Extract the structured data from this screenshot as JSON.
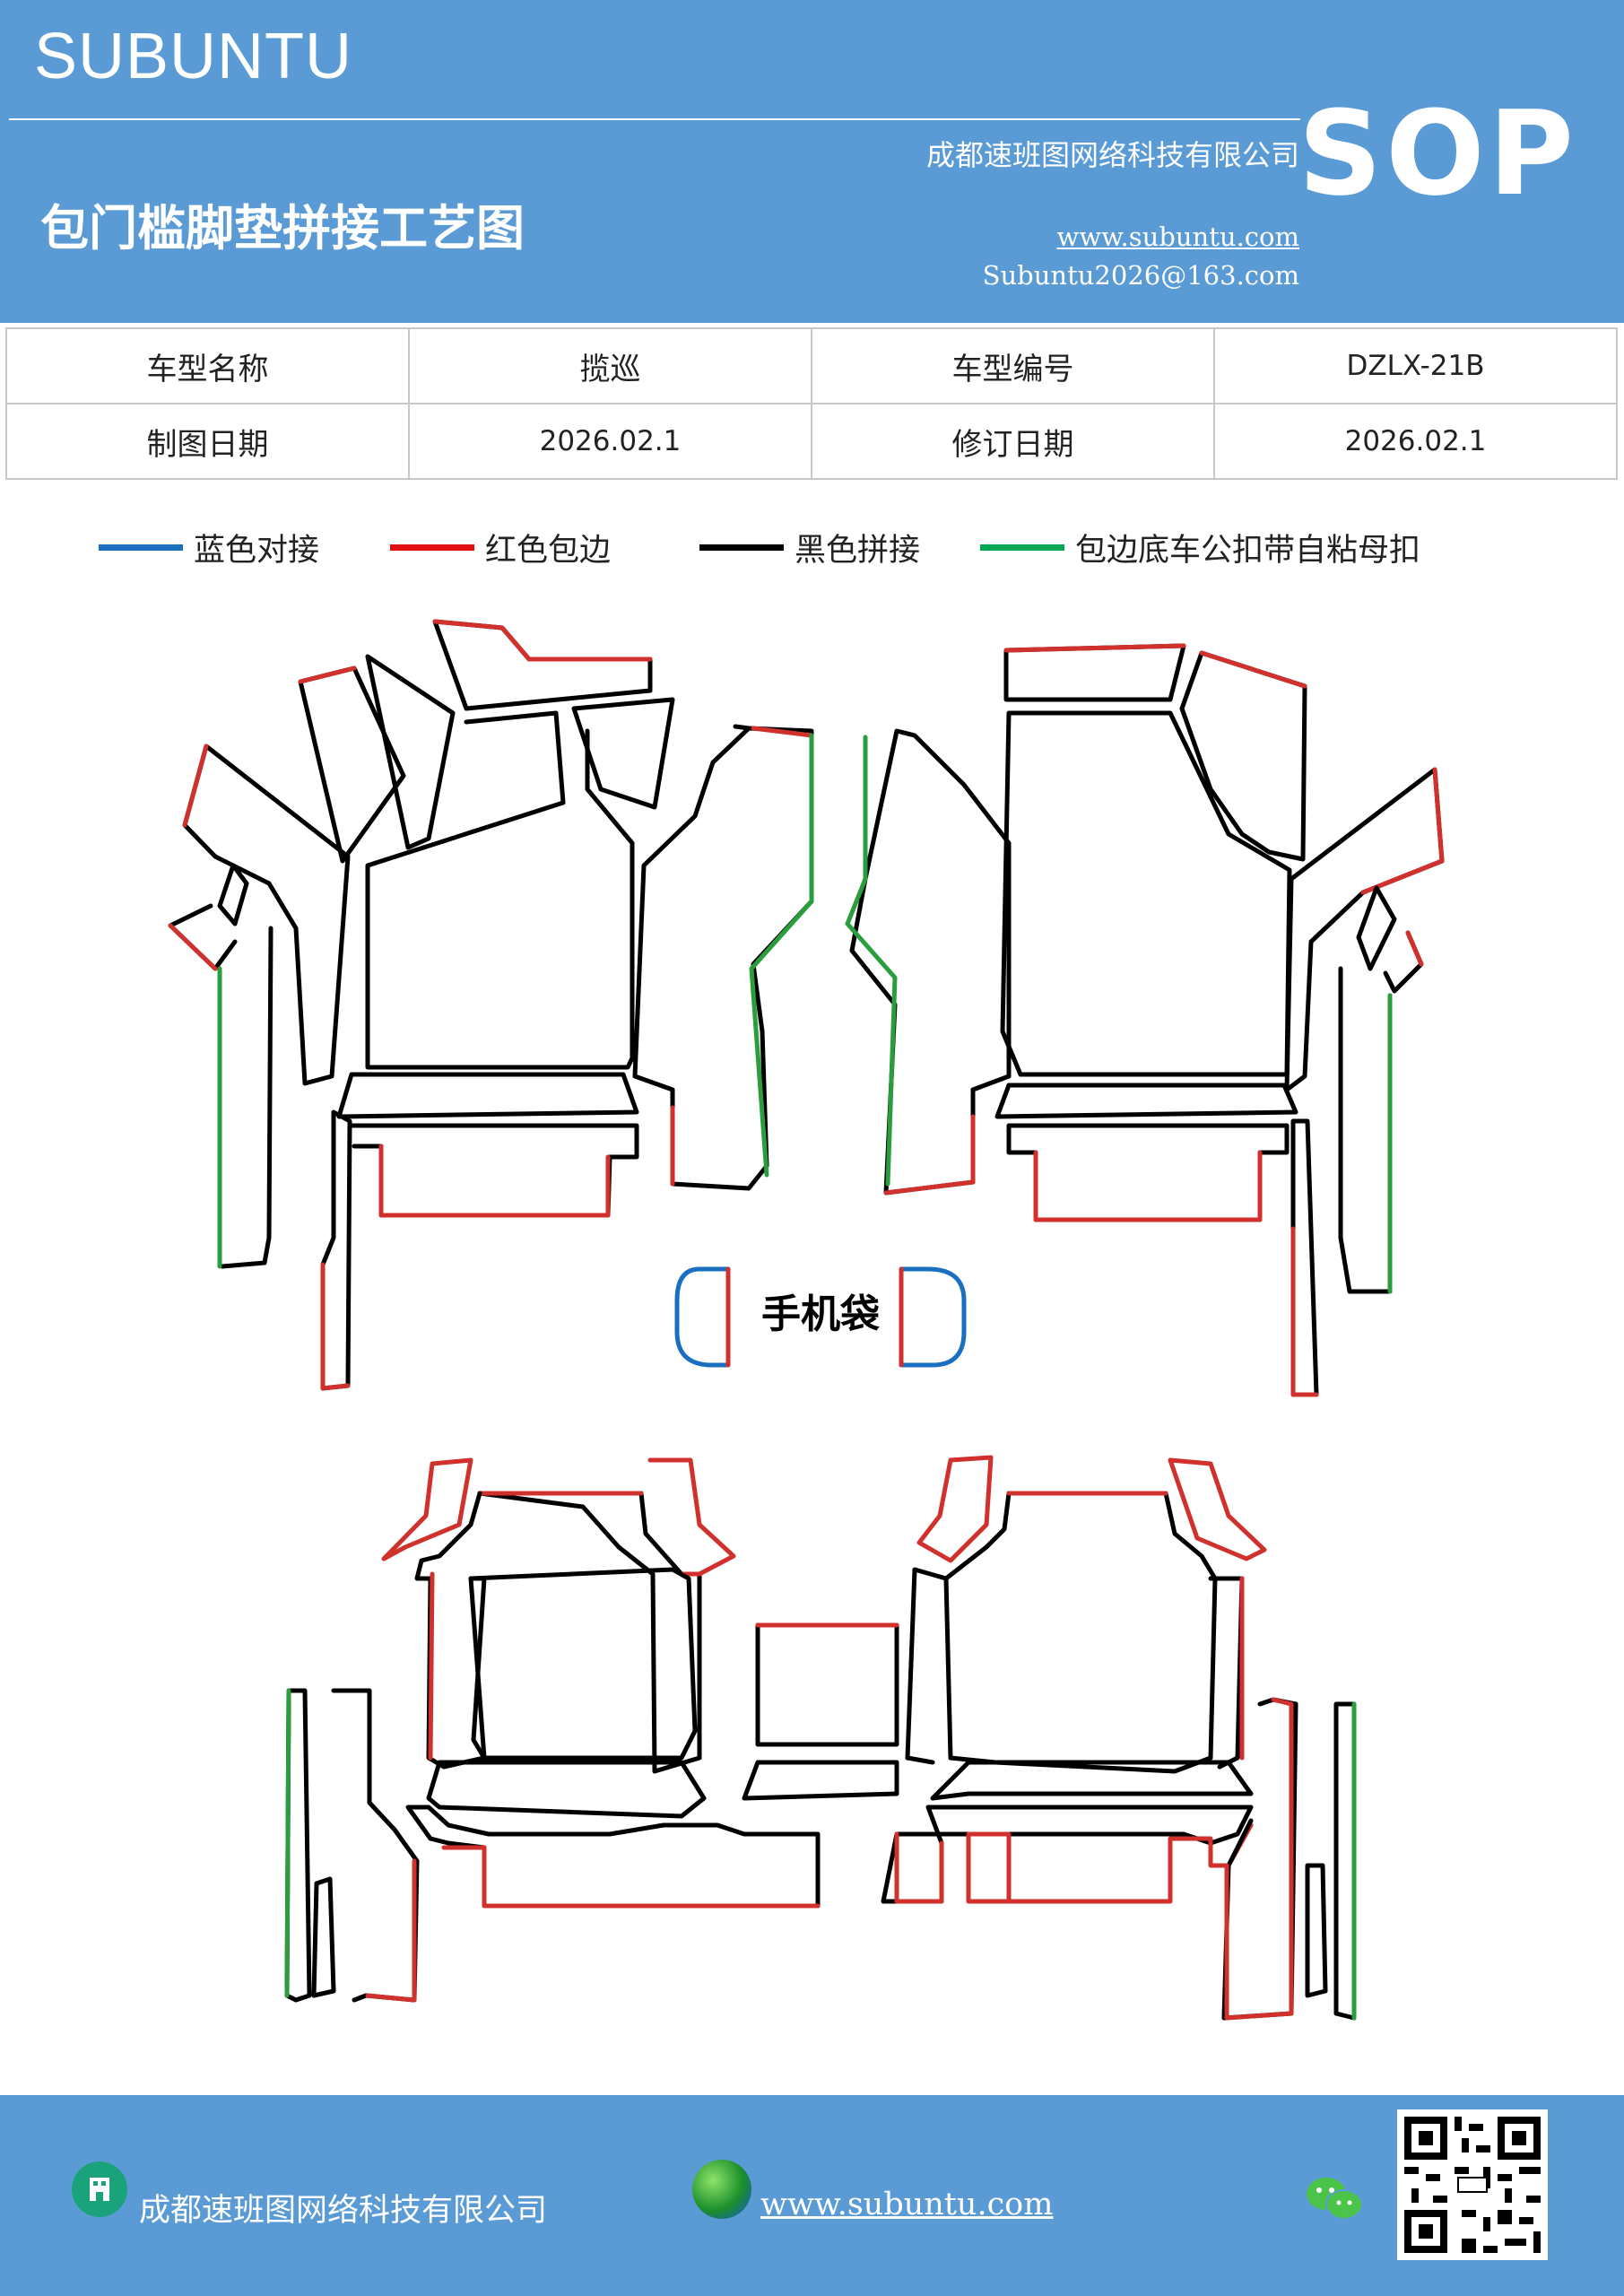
{
  "header": {
    "brand": "SUBUNTU",
    "company": "成都速班图网络科技有限公司",
    "sop": "SOP",
    "title": "包门槛脚垫拼接工艺图",
    "website": "www.subuntu.com",
    "email": "Subuntu2026@163.com"
  },
  "info": {
    "model_name_label": "车型名称",
    "model_name": "揽巡",
    "model_code_label": "车型编号",
    "model_code": "DZLX-21B",
    "draw_date_label": "制图日期",
    "draw_date": "2026.02.1",
    "revise_date_label": "修订日期",
    "revise_date": "2026.02.1"
  },
  "legend": [
    {
      "label": "蓝色对接",
      "color": "#1a6fc0"
    },
    {
      "label": "红色包边",
      "color": "#e01010"
    },
    {
      "label": "黑色拼接",
      "color": "#000000"
    },
    {
      "label": "包边底车公扣带自粘母扣",
      "color": "#00a651"
    }
  ],
  "diagram": {
    "phone_pocket_label": "手机袋"
  },
  "footer": {
    "company": "成都速班图网络科技有限公司",
    "website": "www.subuntu.com"
  }
}
